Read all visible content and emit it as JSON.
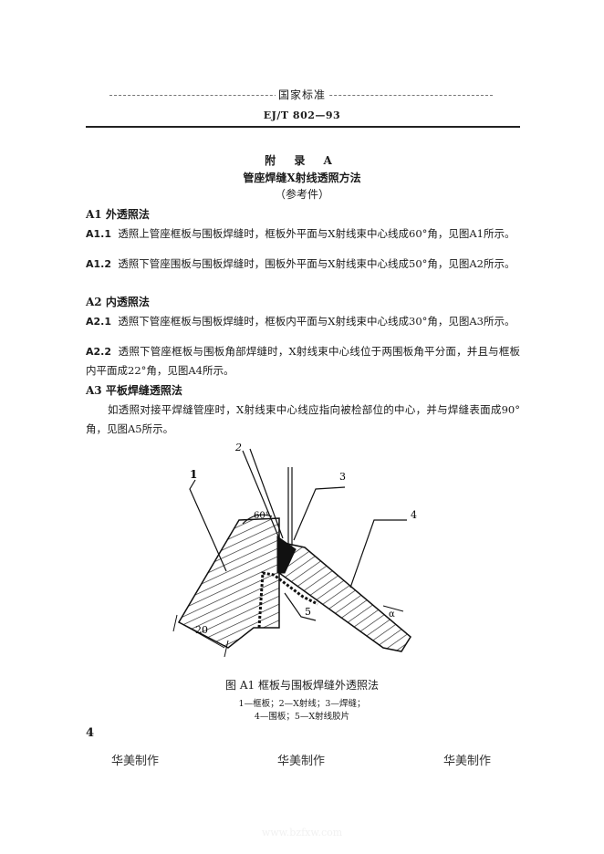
{
  "header": {
    "title": "国家标准",
    "doc_number": "EJ/T 802—93"
  },
  "appendix": {
    "label": "附  录  A",
    "title": "管座焊缝X射线透照方法",
    "remark": "（参考件）"
  },
  "sections": {
    "a1": {
      "heading": "A1  外透照法",
      "p1_num": "A1.1",
      "p1_text": "透照上管座框板与围板焊缝时，框板外平面与X射线束中心线成60°角，见图A1所示。",
      "p2_num": "A1.2",
      "p2_text": "透照下管座围板与围板焊缝时，围板外平面与X射线束中心线成50°角，见图A2所示。"
    },
    "a2": {
      "heading": "A2  内透照法",
      "p1_num": "A2.1",
      "p1_text": "透照下管座框板与围板焊缝时，框板内平面与X射线束中心线成30°角，见图A3所示。",
      "p2_num": "A2.2",
      "p2_text": "透照下管座框板与围板角部焊缝时，X射线束中心线位于两围板角平分面，并且与框板内平面成22°角，见图A4所示。"
    },
    "a3": {
      "heading": "A3  平板焊缝透照法",
      "p1_text": "如透照对接平焊缝管座时，X射线束中心线应指向被检部位的中心，并与焊缝表面成90°角，见图A5所示。"
    }
  },
  "figure": {
    "labels": {
      "l1": "1",
      "l2": "2",
      "l3": "3",
      "l4": "4",
      "l5": "5",
      "angle": "60°",
      "dim": "20",
      "small_angle": "α"
    },
    "caption": "图  A1  框板与围板焊缝外透照法",
    "legend_line1": "1—框板；2—X射线；3—焊缝；",
    "legend_line2": "4—围板；5—X射线胶片"
  },
  "page_number": "4",
  "footer": {
    "left": "华美制作",
    "center": "华美制作",
    "right": "华美制作"
  },
  "watermark": "www.bzfxw.com"
}
